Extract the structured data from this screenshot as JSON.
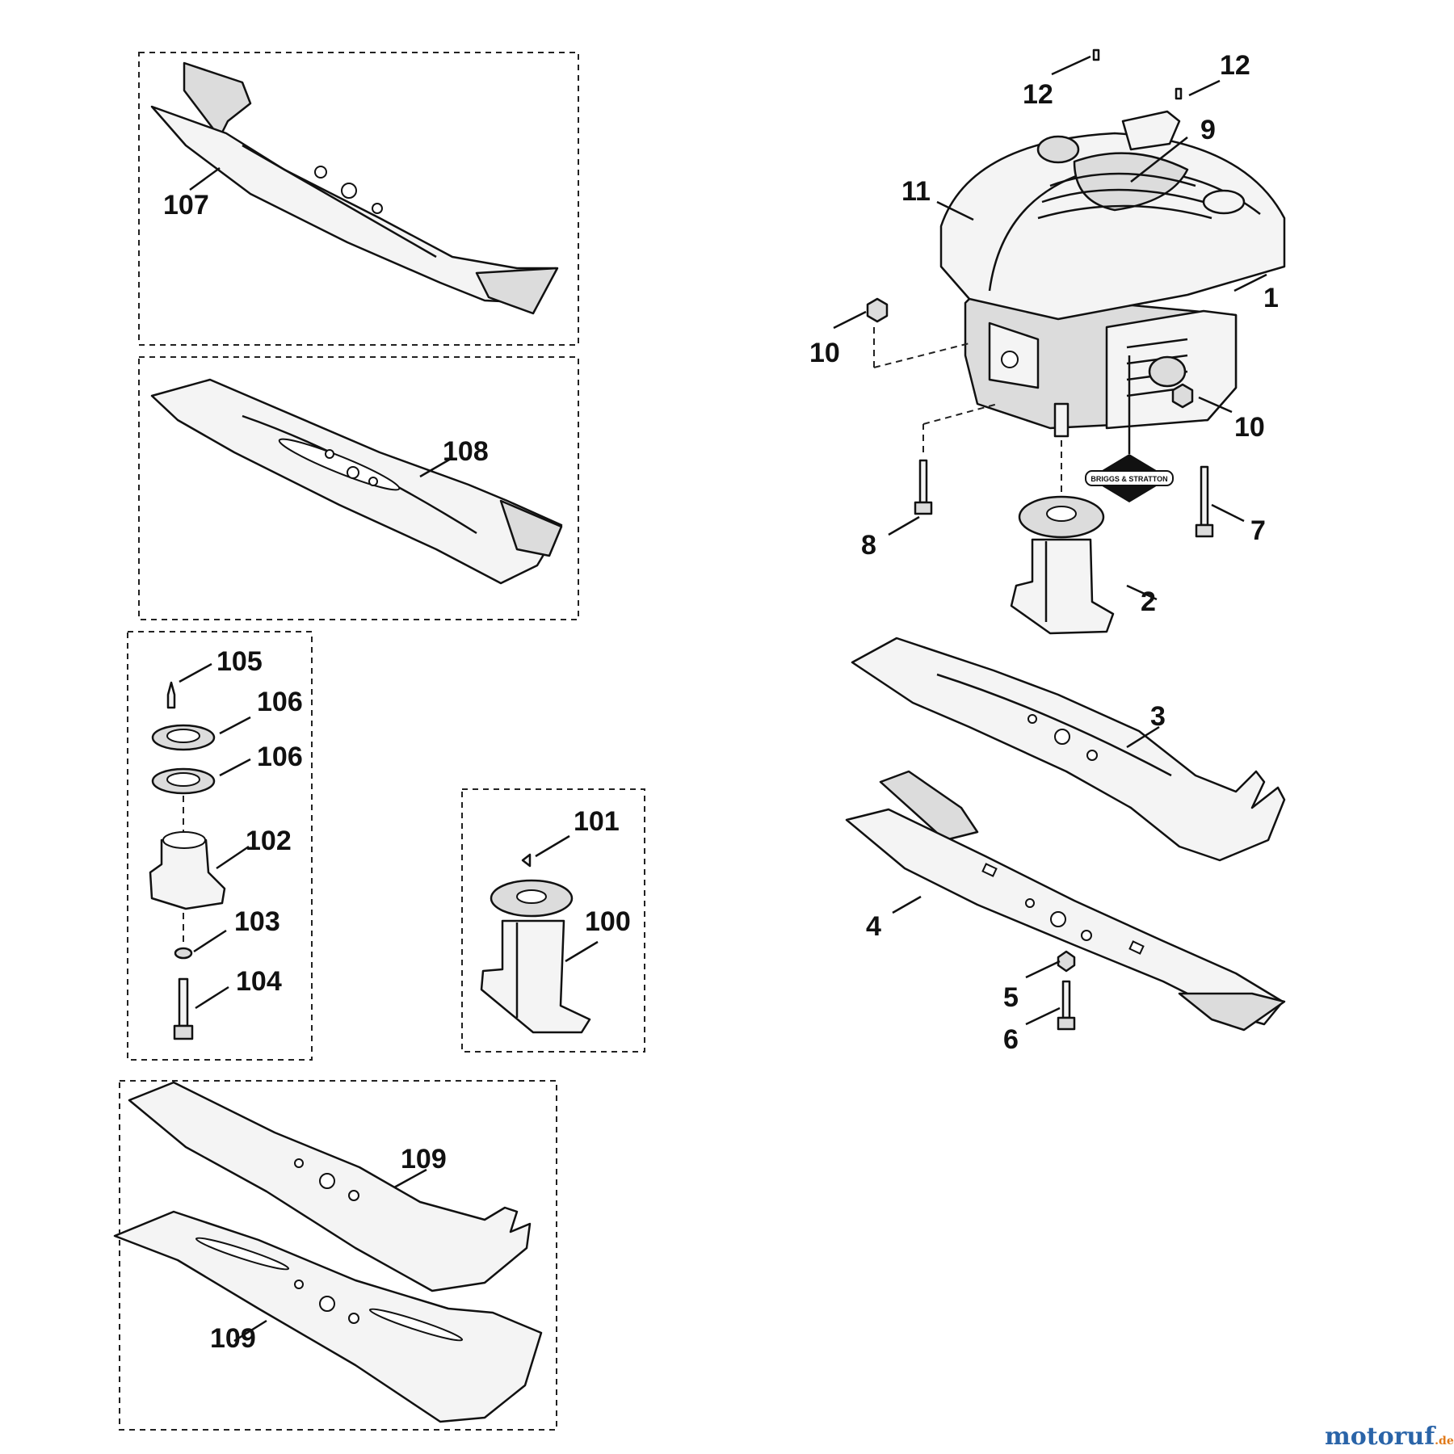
{
  "labels": {
    "p1": "1",
    "p2": "2",
    "p3": "3",
    "p4": "4",
    "p5": "5",
    "p6": "6",
    "p7": "7",
    "p8": "8",
    "p9": "9",
    "p10a": "10",
    "p10b": "10",
    "p11": "11",
    "p12a": "12",
    "p12b": "12",
    "p100": "100",
    "p101": "101",
    "p102": "102",
    "p103": "103",
    "p104": "104",
    "p105": "105",
    "p106a": "106",
    "p106b": "106",
    "p107": "107",
    "p108": "108",
    "p109a": "109",
    "p109b": "109"
  },
  "engine": {
    "brand_badge": "BRIGGS & STRATTON"
  },
  "watermark": {
    "brand": "motoruf",
    "tld": ".de"
  },
  "colors": {
    "line": "#111111",
    "watermark_blue": "#2a64a8",
    "watermark_orange": "#e07a1a"
  }
}
